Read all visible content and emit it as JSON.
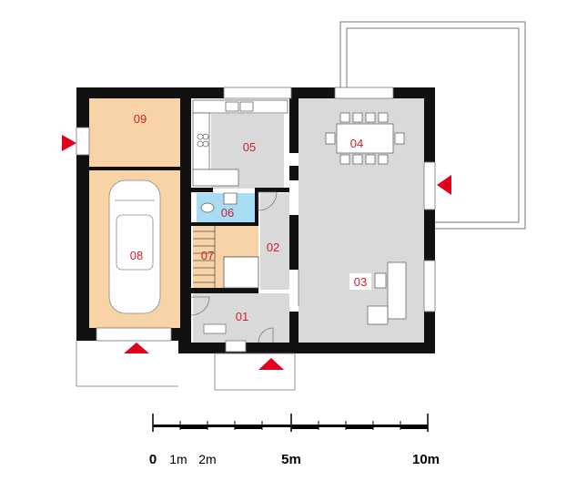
{
  "rooms": [
    {
      "id": "r09",
      "label": "09",
      "fill": "#f8d3a8"
    },
    {
      "id": "r08",
      "label": "08",
      "fill": "#f8d3a8"
    },
    {
      "id": "r07",
      "label": "07",
      "fill": "#f8d3a8"
    },
    {
      "id": "r06",
      "label": "06",
      "fill": "#a8dcf2"
    },
    {
      "id": "r05",
      "label": "05",
      "fill": "#d9d9d9"
    },
    {
      "id": "r04",
      "label": "04",
      "fill": "#d9d9d9"
    },
    {
      "id": "r03",
      "label": "03",
      "fill": "#d9d9d9"
    },
    {
      "id": "r02",
      "label": "02",
      "fill": "#d9d9d9"
    },
    {
      "id": "r01",
      "label": "01",
      "fill": "#d9d9d9"
    }
  ],
  "scale_bar": {
    "ticks": [
      "0",
      "1m",
      "2m",
      "5m",
      "10m"
    ]
  },
  "colors": {
    "wall": "#111111",
    "entry_arrow": "#e2001a",
    "label": "#d0202a",
    "orange_room": "#f8d3a8",
    "blue_room": "#a8dcf2",
    "grey_room": "#d9d9d9"
  }
}
